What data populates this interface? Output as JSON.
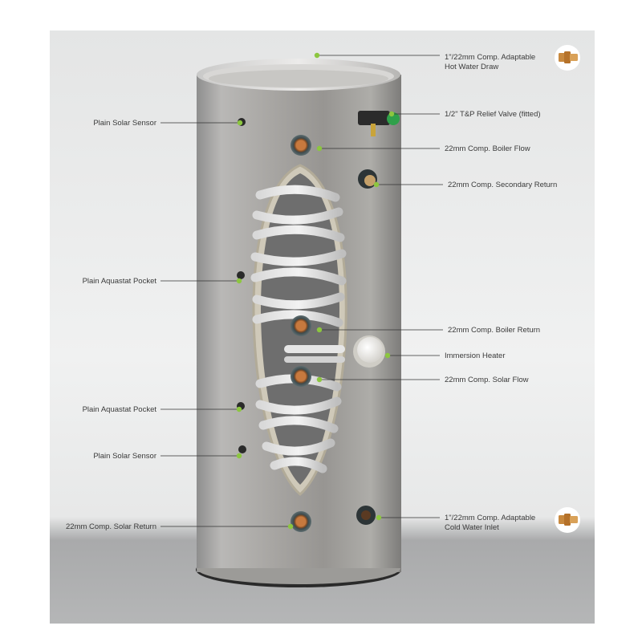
{
  "colors": {
    "leader_dot": "#8cc63f",
    "leader_line": "#333333",
    "label_text": "#3a3a3a"
  },
  "labels": {
    "hot_water_draw": {
      "line1": "1\"/22mm Comp. Adaptable",
      "line2": "Hot Water Draw"
    },
    "tp_relief": "1/2\" T&P Relief Valve (fitted)",
    "boiler_flow": "22mm Comp. Boiler Flow",
    "secondary_return": "22mm Comp. Secondary Return",
    "boiler_return": "22mm Comp. Boiler Return",
    "immersion_heater": "Immersion Heater",
    "solar_flow": "22mm Comp. Solar Flow",
    "cold_water_inlet": {
      "line1": "1\"/22mm Comp. Adaptable",
      "line2": "Cold Water Inlet"
    },
    "plain_solar_sensor_top": "Plain Solar Sensor",
    "plain_aquastat_pocket_upper": "Plain Aquastat Pocket",
    "plain_aquastat_pocket_lower": "Plain Aquastat Pocket",
    "plain_solar_sensor_bottom": "Plain Solar Sensor",
    "solar_return": "22mm Comp. Solar Return"
  }
}
